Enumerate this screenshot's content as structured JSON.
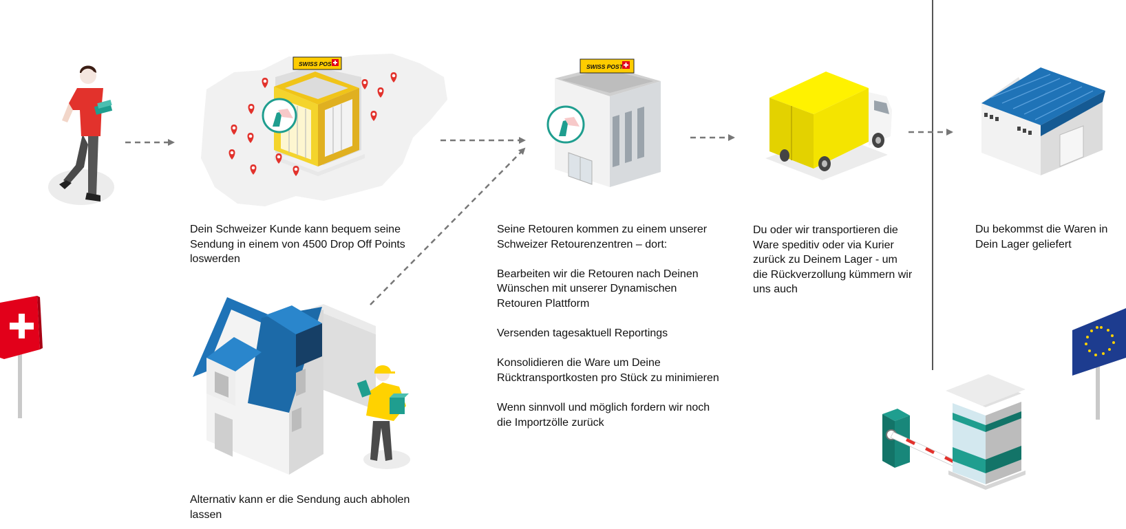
{
  "brand": {
    "logo_text": "SWISS POST",
    "accent": "#ffcc00",
    "cross": "#e2001a",
    "teal": "#1f9e8f",
    "blue": "#1f73b7"
  },
  "captions": {
    "dropoff": "Dein Schweizer Kunde kann bequem seine Sendung in einem von 4500 Drop Off Points loswerden",
    "pickup": "Alternativ kann er die Sendung auch abholen lassen",
    "transport": "Du oder wir transportieren die Ware speditiv oder via Kurier zurück zu Deinem Lager - um die Rückverzollung kümmern wir uns auch",
    "delivery": "Du bekommst die Waren in Dein Lager geliefert"
  },
  "center": {
    "heading": "Seine Retouren kommen zu einem unserer Schweizer Retourenzentren – dort:",
    "items": [
      "Bearbeiten wir die Retouren nach Deinen Wünschen mit unserer Dynamischen Retouren Plattform",
      "Versenden tagesaktuell Reportings",
      "Konsolidieren die Ware um Deine Rücktransportkosten pro Stück zu minimieren",
      "Wenn sinnvoll und möglich fordern wir noch die Importzölle zurück"
    ]
  },
  "icons": {
    "customer": "person-with-parcel-icon",
    "dropoff_map": "swiss-map-post-office-icon",
    "map_pin": "map-pin-icon",
    "return_center": "return-center-building-icon",
    "truck": "truck-icon",
    "warehouse": "warehouse-icon",
    "house": "house-with-courier-icon",
    "swiss_flag": "swiss-flag-icon",
    "eu_flag": "eu-flag-icon",
    "customs": "customs-barrier-icon",
    "arrow": "dashed-arrow-icon"
  }
}
